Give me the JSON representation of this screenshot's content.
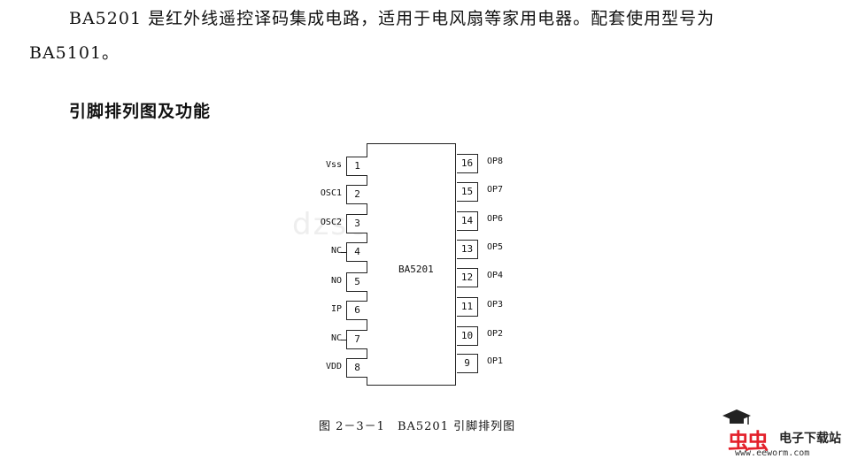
{
  "intro": {
    "line1": "BA5201 是红外线遥控译码集成电路，适用于电风扇等家用电器。配套使用型号为",
    "line2": "BA5101。"
  },
  "section_heading": "引脚排列图及功能",
  "diagram": {
    "chip_name": "BA5201",
    "left_pins": [
      {
        "num": "1",
        "label": "Vss"
      },
      {
        "num": "2",
        "label": "OSC1"
      },
      {
        "num": "3",
        "label": "OSC2"
      },
      {
        "num": "4",
        "label": "NC"
      },
      {
        "num": "5",
        "label": "NO"
      },
      {
        "num": "6",
        "label": "IP"
      },
      {
        "num": "7",
        "label": "NC"
      },
      {
        "num": "8",
        "label": "VDD"
      }
    ],
    "right_pins": [
      {
        "num": "16",
        "label": "OP8"
      },
      {
        "num": "15",
        "label": "OP7"
      },
      {
        "num": "14",
        "label": "OP6"
      },
      {
        "num": "13",
        "label": "OP5"
      },
      {
        "num": "12",
        "label": "OP4"
      },
      {
        "num": "11",
        "label": "OP3"
      },
      {
        "num": "10",
        "label": "OP2"
      },
      {
        "num": "9",
        "label": "OP1"
      }
    ],
    "caption": "图 2－3－1　BA5201 引脚排列图"
  },
  "watermark": "dzsc.com",
  "logo": {
    "chars": "虫虫",
    "name": "电子下载站",
    "url": "www.eeworm.com",
    "accent_color": "#e3202a"
  }
}
